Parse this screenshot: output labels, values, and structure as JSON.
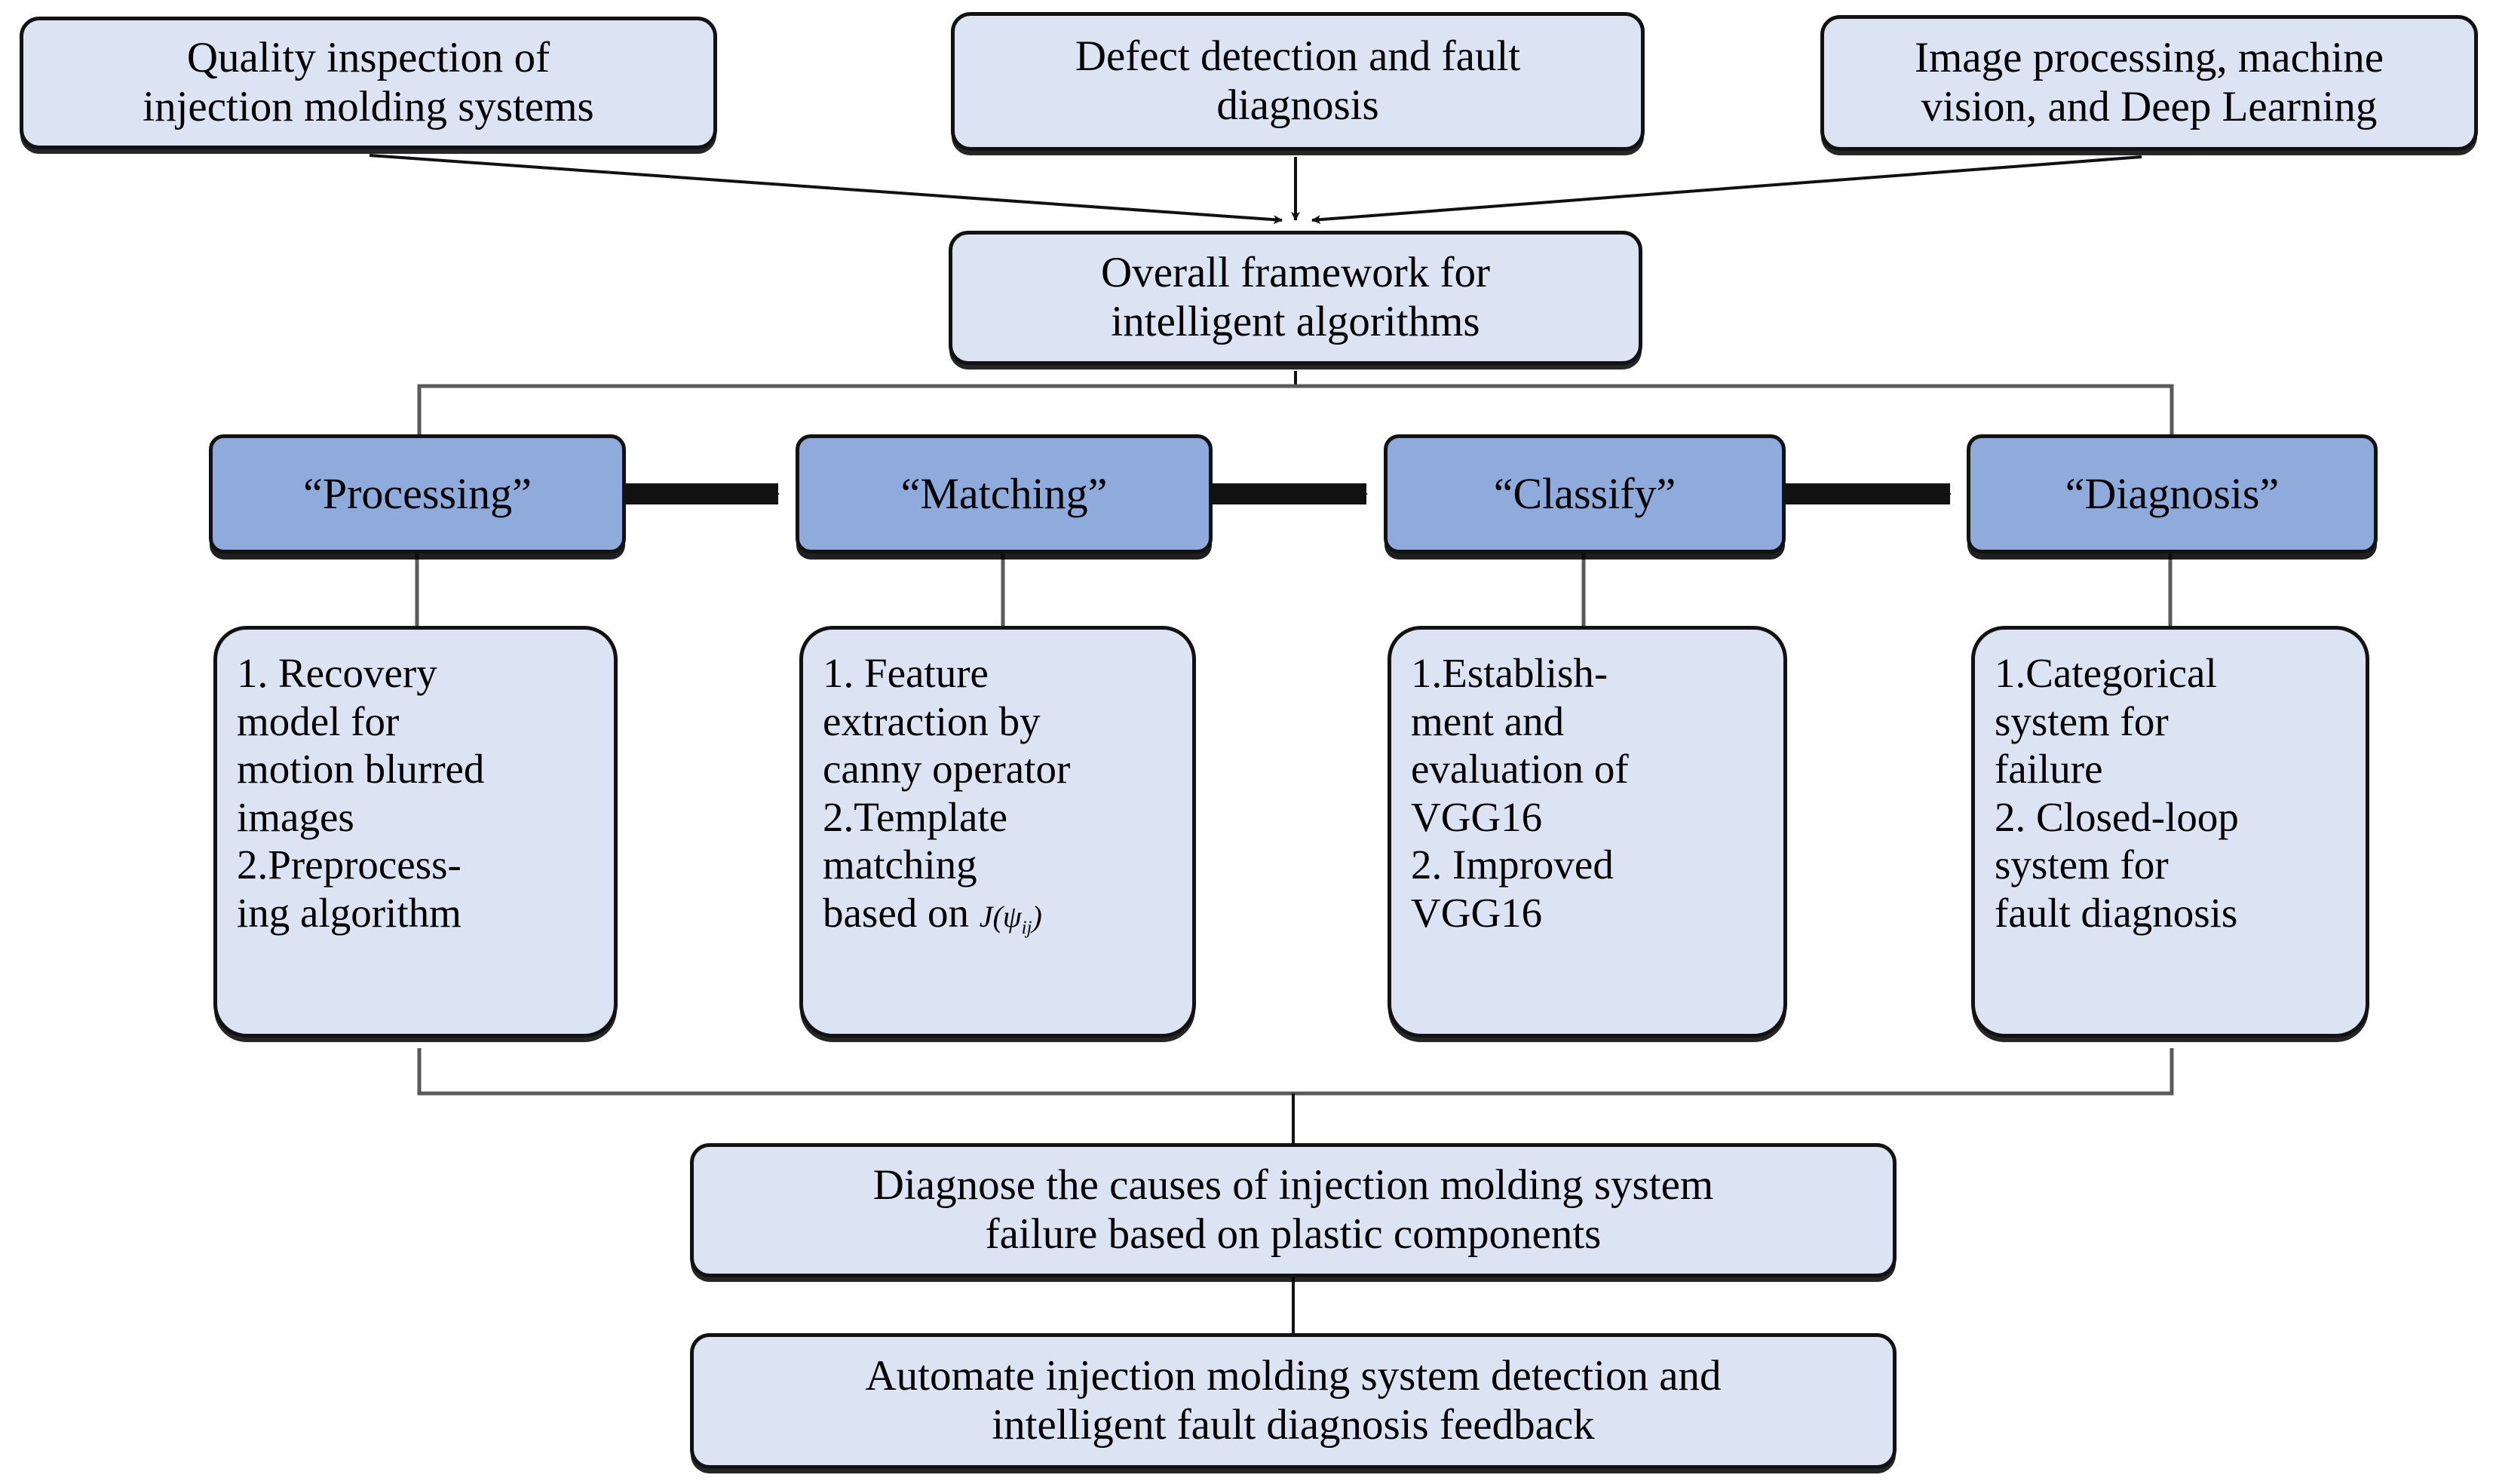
{
  "diagram": {
    "title": "Overall framework for intelligent algorithms",
    "colors": {
      "node_fill": "#DCE3F2",
      "stage_fill": "#8EABDC",
      "stroke": "#121212",
      "background": "#FFFFFF"
    },
    "sources": [
      {
        "id": "quality-inspection",
        "label": "Quality inspection of\ninjection molding systems"
      },
      {
        "id": "defect-detection",
        "label": "Defect detection and fault\ndiagnosis"
      },
      {
        "id": "image-processing",
        "label": "Image processing, machine\nvision, and Deep Learning"
      }
    ],
    "framework": {
      "id": "overall-framework",
      "label": "Overall framework for\nintelligent algorithms"
    },
    "stages": [
      {
        "id": "processing",
        "label": "“Processing”"
      },
      {
        "id": "matching",
        "label": "“Matching”"
      },
      {
        "id": "classify",
        "label": "“Classify”"
      },
      {
        "id": "diagnosis",
        "label": "“Diagnosis”"
      }
    ],
    "details": [
      {
        "id": "processing-details",
        "text": "1. Recovery\nmodel for\nmotion blurred\nimages\n2.Preprocess-\ning algorithm",
        "has_math": false
      },
      {
        "id": "matching-details",
        "text": "1. Feature\nextraction by\ncanny operator\n2.Template\nmatching\nbased on ",
        "has_math": true,
        "math": {
          "function": "J",
          "open": "(",
          "variable": "ψ",
          "subscript": "ij",
          "close": ")"
        }
      },
      {
        "id": "classify-details",
        "text": "1.Establish-\nment and\nevaluation of\nVGG16\n2. Improved\nVGG16",
        "has_math": false
      },
      {
        "id": "diagnosis-details",
        "text": "1.Categorical\nsystem for\nfailure\n2. Closed-loop\nsystem for\nfault diagnosis",
        "has_math": false
      }
    ],
    "outcomes": [
      {
        "id": "diagnose-causes",
        "label": "Diagnose the causes of injection molding system\nfailure based on plastic components"
      },
      {
        "id": "automate-detection",
        "label": "Automate injection molding system detection and\nintelligent fault diagnosis feedback"
      }
    ]
  }
}
